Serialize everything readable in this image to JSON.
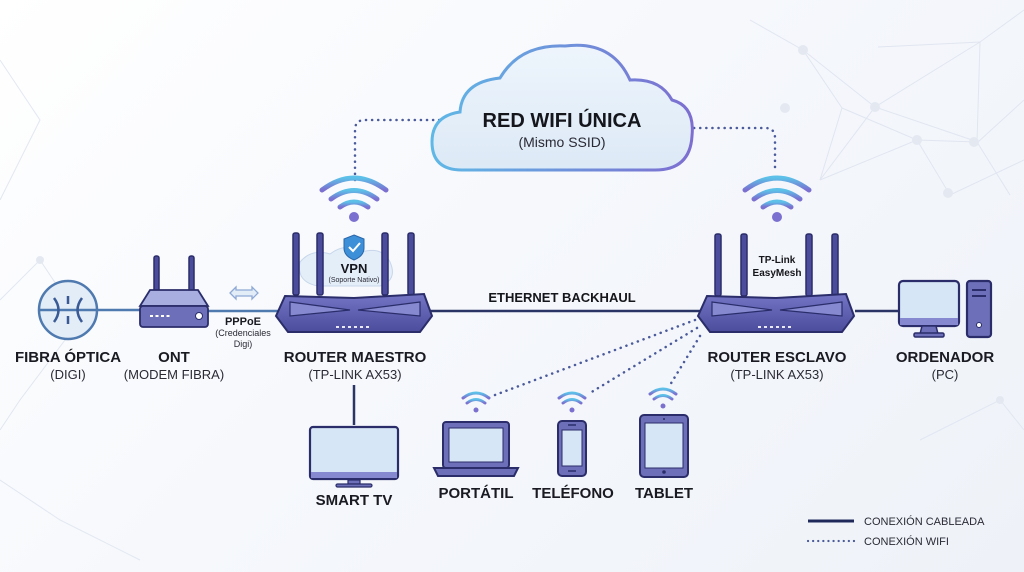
{
  "cloud": {
    "title": "RED WIFI ÚNICA",
    "subtitle": "(Mismo SSID)"
  },
  "nodes": {
    "fiber": {
      "name": "FIBRA ÓPTICA",
      "sub": "(DIGI)",
      "icon": "fiber-optic-icon"
    },
    "ont": {
      "name": "ONT",
      "sub": "(MODEM FIBRA)",
      "icon": "modem-icon"
    },
    "router_master": {
      "name": "ROUTER MAESTRO",
      "sub": "(TP-LINK AX53)",
      "icon": "router-icon"
    },
    "router_slave": {
      "name": "ROUTER ESCLAVO",
      "sub": "(TP-LINK AX53)",
      "icon": "router-icon"
    },
    "pc": {
      "name": "ORDENADOR",
      "sub": "(PC)",
      "icon": "desktop-computer-icon"
    },
    "smart_tv": {
      "name": "SMART TV",
      "icon": "tv-icon"
    },
    "laptop": {
      "name": "PORTÁTIL",
      "icon": "laptop-icon"
    },
    "phone": {
      "name": "TELÉFONO",
      "icon": "smartphone-icon"
    },
    "tablet": {
      "name": "TABLET",
      "icon": "tablet-icon"
    }
  },
  "annotations": {
    "pppoe_title": "PPPoE",
    "pppoe_line1": "(Credenciales",
    "pppoe_line2": "Digi)",
    "vpn_title": "VPN",
    "vpn_sub": "(Soporte Nativo)",
    "easymesh_line1": "TP-Link",
    "easymesh_line2": "EasyMesh",
    "backhaul": "ETHERNET BACKHAUL"
  },
  "legend": {
    "wired": "CONEXIÓN CABLEADA",
    "wifi": "CONEXIÓN WIFI"
  },
  "colors": {
    "wired": "#1f2a5a",
    "wifi": "#4a5a9a",
    "device_fill": "#6d6fb8",
    "device_dark": "#2a2d6a",
    "screen": "#d6e6f6",
    "wifi_grad_start": "#5cc0e8",
    "wifi_grad_end": "#7b6fd0"
  }
}
